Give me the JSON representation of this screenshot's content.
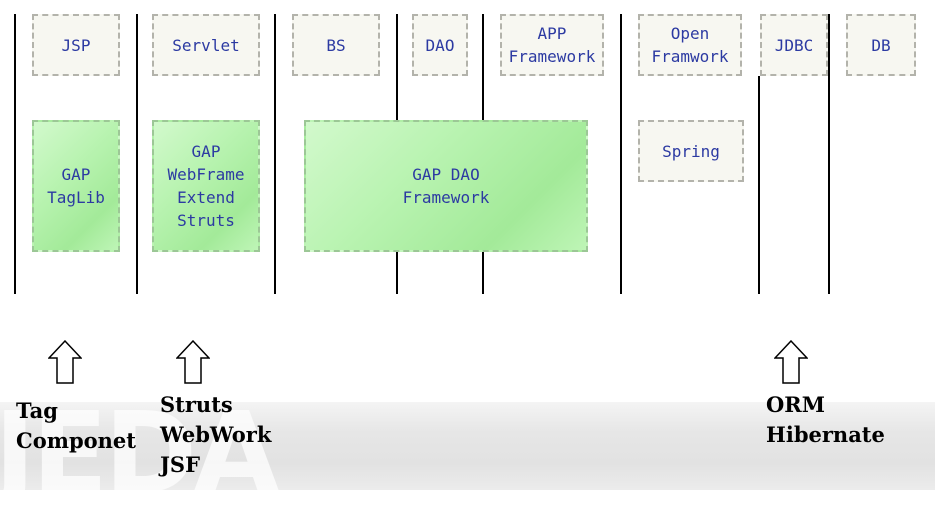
{
  "watermark": "JEDA",
  "columns": {
    "jsp": "JSP",
    "servlet": "Servlet",
    "bs": "BS",
    "dao": "DAO",
    "app_framework": "APP\nFramework",
    "open_framework": "Open\nFramwork",
    "jdbc": "JDBC",
    "db": "DB"
  },
  "components": {
    "gap_taglib": "GAP\nTagLib",
    "gap_webframe": "GAP\nWebFrame\nExtend\nStruts",
    "gap_dao_framework": "GAP DAO\nFramework",
    "spring": "Spring"
  },
  "captions": {
    "tag_component": "Tag\nComponet",
    "struts_group": "Struts\nWebWork\nJSF",
    "orm_group": "ORM\nHibernate"
  },
  "colors": {
    "box_text": "#2c3aa2",
    "green_fill": "#b8f3b0",
    "plain_fill": "#f7f7f1",
    "dash_border": "#b3b3ab"
  }
}
